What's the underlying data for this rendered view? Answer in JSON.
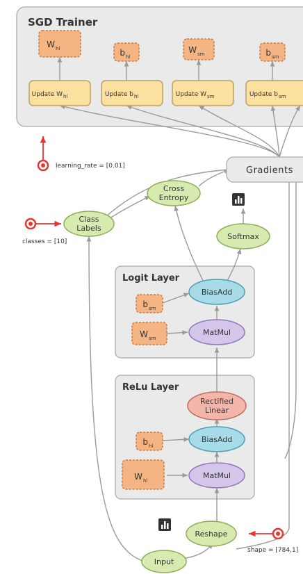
{
  "panels": {
    "sgd_trainer": "SGD Trainer",
    "logit_layer": "Logit Layer",
    "relu_layer": "ReLu Layer"
  },
  "trainer": {
    "variables": [
      {
        "main": "W",
        "sub": "hl"
      },
      {
        "main": "b",
        "sub": "hl"
      },
      {
        "main": "W",
        "sub": "sm"
      },
      {
        "main": "b",
        "sub": "sm"
      }
    ],
    "updates": [
      {
        "main": "Update W",
        "sub": "hl"
      },
      {
        "main": "Update b",
        "sub": "hl"
      },
      {
        "main": "Update W",
        "sub": "sm"
      },
      {
        "main": "Update b",
        "sub": "sm"
      }
    ]
  },
  "nodes": {
    "gradients": "Gradients",
    "cross_entropy": [
      "Cross",
      "Entropy"
    ],
    "class_labels": [
      "Class",
      "Labels"
    ],
    "softmax": "Softmax",
    "logit_biasadd": "BiasAdd",
    "logit_matmul": "MatMul",
    "relu_rectified": [
      "Rectified",
      "Linear"
    ],
    "relu_biasadd": "BiasAdd",
    "relu_matmul": "MatMul",
    "reshape": "Reshape",
    "input": "Input"
  },
  "layer_vars": {
    "logit_b": {
      "main": "b",
      "sub": "sm"
    },
    "logit_w": {
      "main": "W",
      "sub": "sm"
    },
    "relu_b": {
      "main": "b",
      "sub": "hl"
    },
    "relu_w": {
      "main": "W",
      "sub": "hl"
    }
  },
  "params": {
    "learning_rate": "learning_rate = [0.01]",
    "classes": "classes = [10]",
    "shape": "shape = [784,1]"
  },
  "icons": [
    "summary-icon",
    "parameter-icon"
  ],
  "colors": {
    "panel_fill": "#eaeaea",
    "panel_stroke": "#b5b5b5",
    "variable_fill": "#f5b483",
    "variable_stroke": "#c97a3f",
    "update_fill": "#fce0a0",
    "update_stroke": "#b9a062",
    "green_op_fill": "#d7eab0",
    "green_op_stroke": "#8fac58",
    "blue_op_fill": "#a7dbe8",
    "blue_op_stroke": "#4e9db2",
    "purple_op_fill": "#d3c6ea",
    "purple_op_stroke": "#8e78b8",
    "red_op_fill": "#f4b6aa",
    "red_op_stroke": "#bf6e60",
    "param_red": "#e8332f",
    "edge": "#9a9a9a",
    "summary_icon": "#333333"
  }
}
